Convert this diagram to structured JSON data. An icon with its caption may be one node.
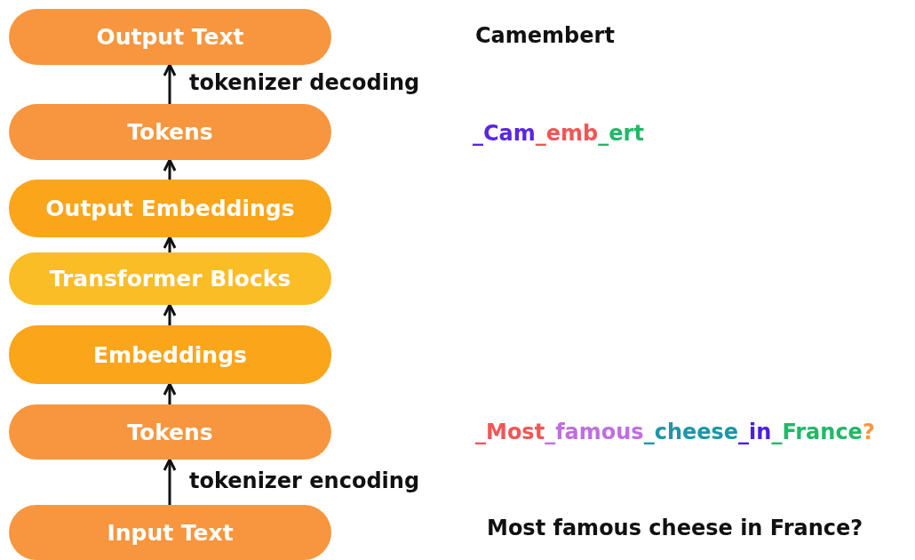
{
  "diagram": {
    "nodes": [
      {
        "text": [
          "Output Text"
        ]
      },
      {
        "text": [
          "Tokens"
        ]
      },
      {
        "text": [
          "Output Embeddings"
        ]
      },
      {
        "text": [
          "Transformer Blocks"
        ]
      },
      {
        "text": [
          "Embeddings"
        ]
      },
      {
        "text": [
          "Tokens"
        ]
      },
      {
        "text": [
          "Input Text"
        ]
      }
    ],
    "edges": [
      {
        "from": 6,
        "to": 5,
        "arrow": "to",
        "label": "tokenizer encoding"
      },
      {
        "from": 5,
        "to": 4,
        "arrow": "to"
      },
      {
        "from": 4,
        "to": 3,
        "arrow": "to"
      },
      {
        "from": 3,
        "to": 2,
        "arrow": "to"
      },
      {
        "from": 2,
        "to": 1,
        "arrow": "to"
      },
      {
        "from": 1,
        "to": 0,
        "arrow": "to",
        "label": "tokenizer decoding"
      }
    ],
    "labels": [
      "Camembert",
      "_Cam_emb_ert",
      "_Most_famous_cheese_in_France?",
      "Most famous cheese in France?"
    ]
  }
}
